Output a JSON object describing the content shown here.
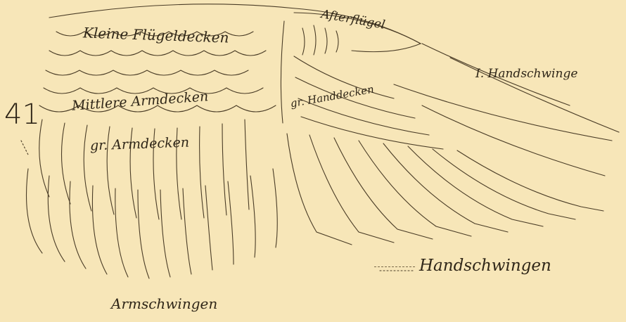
{
  "figure": {
    "number": "41",
    "labels": {
      "kleine_fluegeldecken": "Kleine Flügeldecken",
      "afterfluegel": "Afterflügel",
      "erste_handschwinge": "I. Handschwinge",
      "mittlere_armdecken": "Mittlere Armdecken",
      "gr_handdecken": "gr. Handdecken",
      "gr_armdecken": "gr. Armdecken",
      "handschwingen": "Handschwingen",
      "armschwingen": "Armschwingen"
    }
  },
  "colors": {
    "paper": "#f7e6b8",
    "ink": "#2f2618"
  }
}
